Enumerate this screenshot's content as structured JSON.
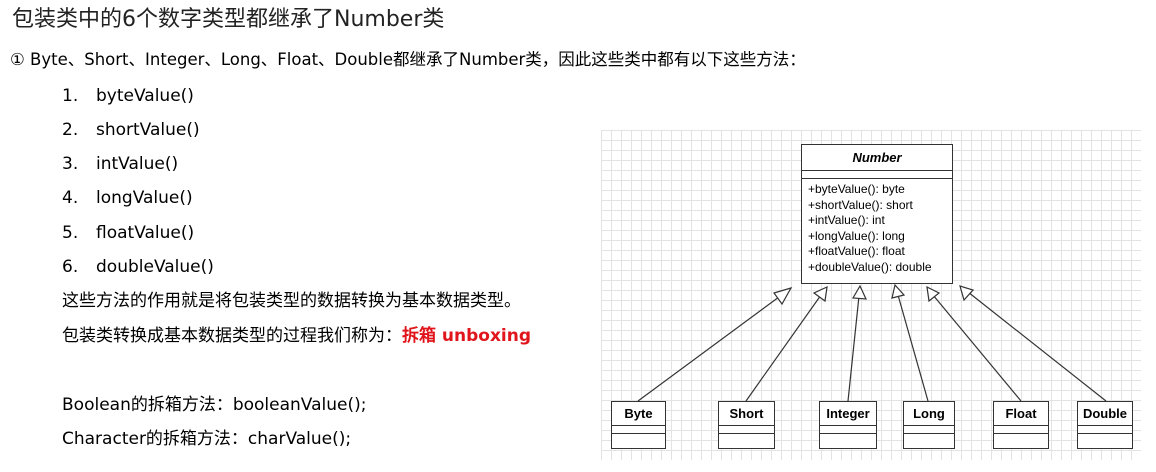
{
  "title": "包装类中的6个数字类型都继承了Number类",
  "intro": "① Byte、Short、Integer、Long、Float、Double都继承了Number类，因此这些类中都有以下这些方法：",
  "methods": [
    {
      "num": "1.",
      "name": "byteValue()"
    },
    {
      "num": "2.",
      "name": "shortValue()"
    },
    {
      "num": "3.",
      "name": "intValue()"
    },
    {
      "num": "4.",
      "name": "longValue()"
    },
    {
      "num": "5.",
      "name": "floatValue()"
    },
    {
      "num": "6.",
      "name": "doubleValue()"
    }
  ],
  "explanation": "这些方法的作用就是将包装类型的数据转换为基本数据类型。",
  "unboxing_prefix": "包装类转换成基本数据类型的过程我们称为：",
  "unboxing_term": "拆箱 unboxing",
  "boolean_line": "Boolean的拆箱方法：booleanValue();",
  "character_line": "Character的拆箱方法：charValue();",
  "uml": {
    "parent": {
      "name": "Number",
      "methods": [
        "+byteValue(): byte",
        "+shortValue(): short",
        "+intValue(): int",
        "+longValue(): long",
        "+floatValue(): float",
        "+doubleValue(): double"
      ]
    },
    "children": [
      "Byte",
      "Short",
      "Integer",
      "Long",
      "Float",
      "Double"
    ]
  }
}
